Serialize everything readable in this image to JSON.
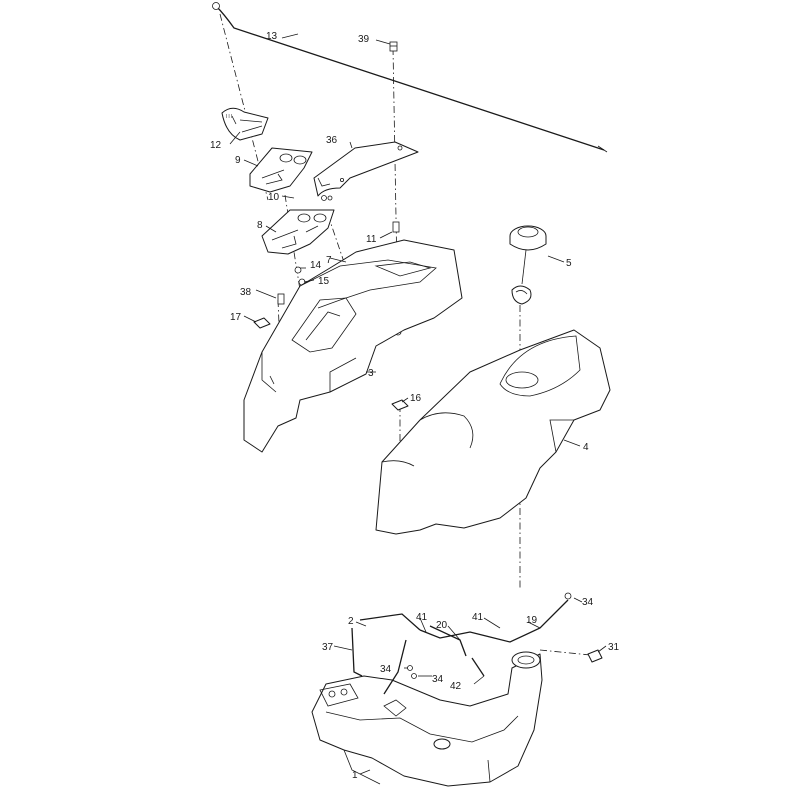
{
  "diagram": {
    "callouts": {
      "c1": "1",
      "c2": "2",
      "c3": "3",
      "c4": "4",
      "c5": "5",
      "c7": "7",
      "c8": "8",
      "c9": "9",
      "c10": "10",
      "c11": "11",
      "c12": "12",
      "c13": "13",
      "c14": "14",
      "c15": "15",
      "c16": "16",
      "c17": "17",
      "c19": "19",
      "c20": "20",
      "c31": "31",
      "c34a": "34",
      "c34b": "34",
      "c34c": "34",
      "c36": "36",
      "c37": "37",
      "c38": "38",
      "c39": "39",
      "c41a": "41",
      "c41b": "41",
      "c42": "42"
    }
  }
}
